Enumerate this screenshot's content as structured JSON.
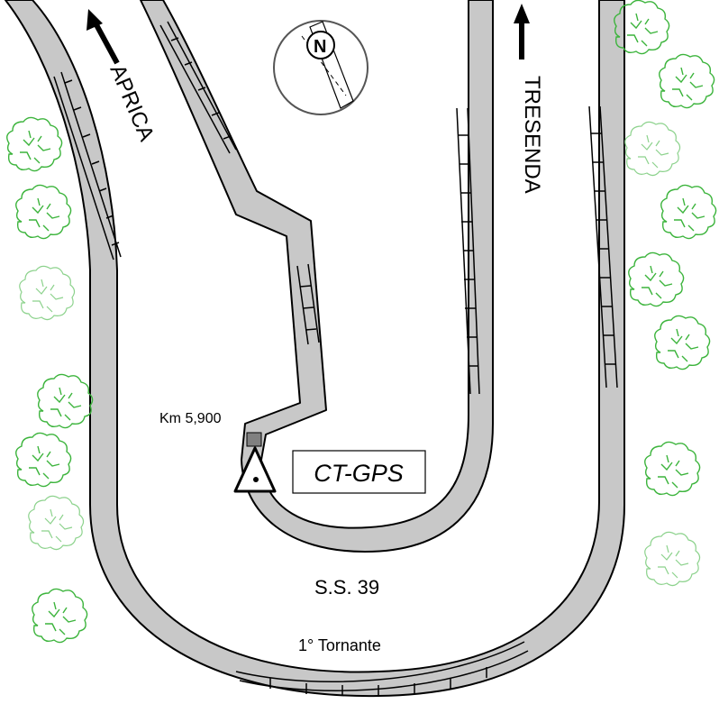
{
  "labels": {
    "aprica": "APRICA",
    "tresenda": "TRESENDA",
    "km": "Km 5,900",
    "station": "CT-GPS",
    "road": "S.S. 39",
    "turn": "1° Tornante"
  },
  "compass": {
    "letter": "N"
  },
  "colors": {
    "road_fill": "#c8c8c8",
    "tree_dark": "#3cb43c",
    "tree_light": "#8cd28c",
    "marker": "#808080"
  },
  "icons": [
    "north-arrow-icon",
    "compass-icon",
    "tree-icon",
    "gps-station-triangle-icon",
    "km-marker-icon"
  ]
}
